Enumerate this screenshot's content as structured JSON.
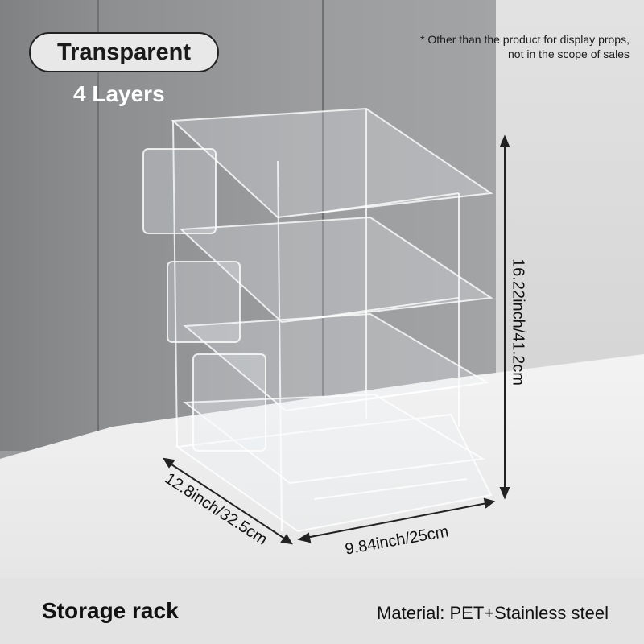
{
  "header": {
    "badge": "Transparent",
    "subtitle": "4 Layers",
    "note_line1": "* Other than the product for display props,",
    "note_line2": "not in the scope of sales"
  },
  "dimensions": {
    "height": "16.22inch/41.2cm",
    "depth": "12.8inch/32.5cm",
    "width": "9.84inch/25cm"
  },
  "footer": {
    "product_name": "Storage rack",
    "material": "Material: PET+Stainless steel"
  }
}
